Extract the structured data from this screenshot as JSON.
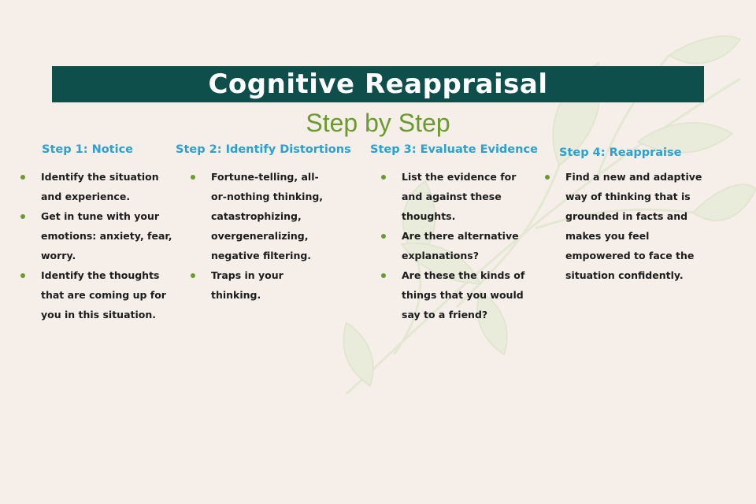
{
  "title": "Cognitive Reappraisal",
  "subtitle": "Step by Step",
  "colors": {
    "title_bar": "#0f4f4b",
    "subtitle": "#6b9a2e",
    "step_title": "#2aa1cf",
    "bullet": "#6b9a2e",
    "background": "#f5eee9"
  },
  "steps": [
    {
      "title": "Step 1: Notice",
      "bullets": [
        "Identify the situation and experience.",
        "Get in tune with your emotions: anxiety, fear, worry.",
        "Identify the thoughts that are coming up for you in this situation."
      ]
    },
    {
      "title": "Step 2: Identify Distortions",
      "bullets": [
        "Fortune-telling, all-or-nothing thinking, catastrophizing, overgeneralizing, negative filtering.",
        "Traps in your thinking."
      ]
    },
    {
      "title": "Step 3: Evaluate Evidence",
      "bullets": [
        "List the evidence for and against these thoughts.",
        "Are there alternative explanations?",
        "Are these the kinds of things that you would say to a friend?"
      ]
    },
    {
      "title": "Step 4: Reappraise",
      "bullets": [
        "Find a new and adaptive way of thinking that is grounded in facts and makes you feel empowered to face the situation confidently."
      ]
    }
  ]
}
